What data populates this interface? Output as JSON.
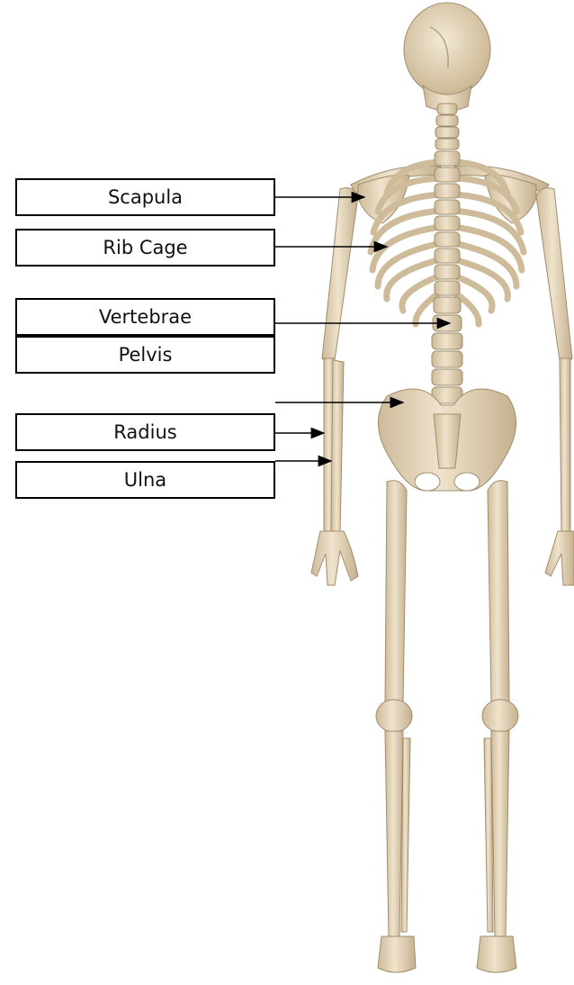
{
  "labels": {
    "scapula": "Scapula",
    "rib_cage": "Rib Cage",
    "vertebrae": "Vertebrae",
    "pelvis": "Pelvis",
    "radius": "Radius",
    "ulna": "Ulna"
  },
  "colors": {
    "bone": "#e6d8bf",
    "bone_shadow": "#b9a584",
    "outline": "#000000",
    "background": "#ffffff"
  }
}
